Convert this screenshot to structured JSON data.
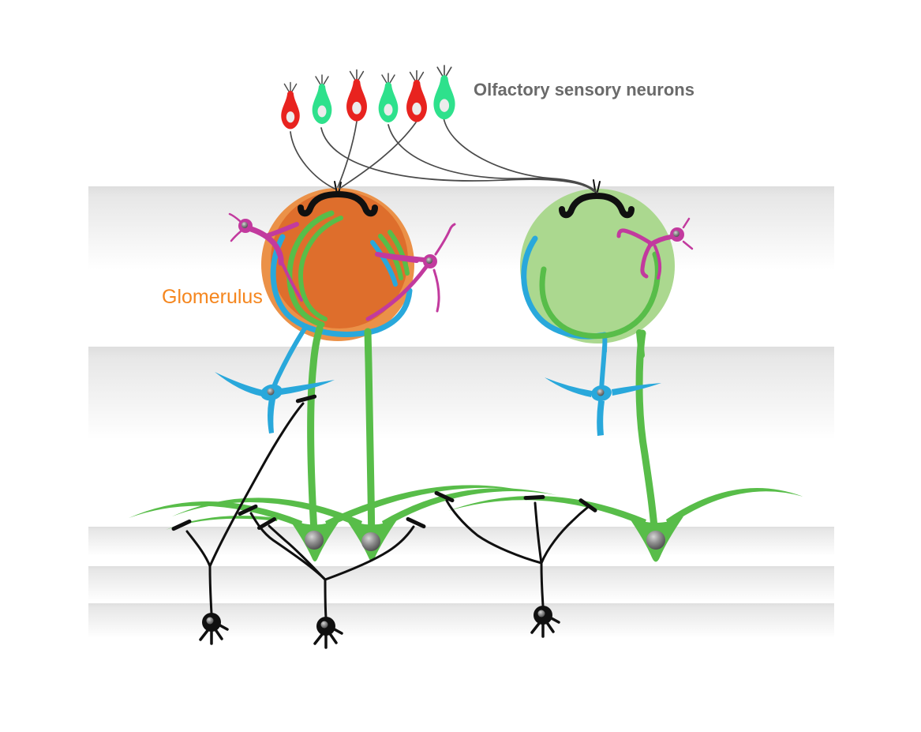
{
  "labels": {
    "osn": "Olfactory sensory neurons",
    "glomerulus": "Glomerulus"
  },
  "colors": {
    "osn-red": "#e8231f",
    "osn-green": "#2ee18c",
    "glom-orange-outer": "#eb9148",
    "glom-orange-inner": "#de6e2c",
    "glom-green": "#abd88f",
    "mitral-green": "#58bd49",
    "pg-magenta": "#c23a9e",
    "sac-blue": "#29a8db",
    "axon-gray": "#4a4a4a",
    "ink-black": "#101010",
    "label-gray": "#6a6a6a",
    "label-orange": "#f5861e",
    "band-gray": "#e2e2e2"
  },
  "cells": {
    "olfactory_sensory_neurons": {
      "count": 6,
      "color_sequence": [
        "red",
        "green",
        "red",
        "green",
        "red",
        "green"
      ]
    },
    "glomeruli": [
      {
        "id": "left",
        "color": "orange"
      },
      {
        "id": "right",
        "color": "green"
      }
    ],
    "periglomerular_cells": {
      "count": 3,
      "color": "magenta"
    },
    "short_axon_cells": {
      "count": 2,
      "color": "blue"
    },
    "mitral_cells": {
      "count": 3,
      "color": "green"
    },
    "granule_cells": {
      "count": 3,
      "color": "black"
    }
  }
}
